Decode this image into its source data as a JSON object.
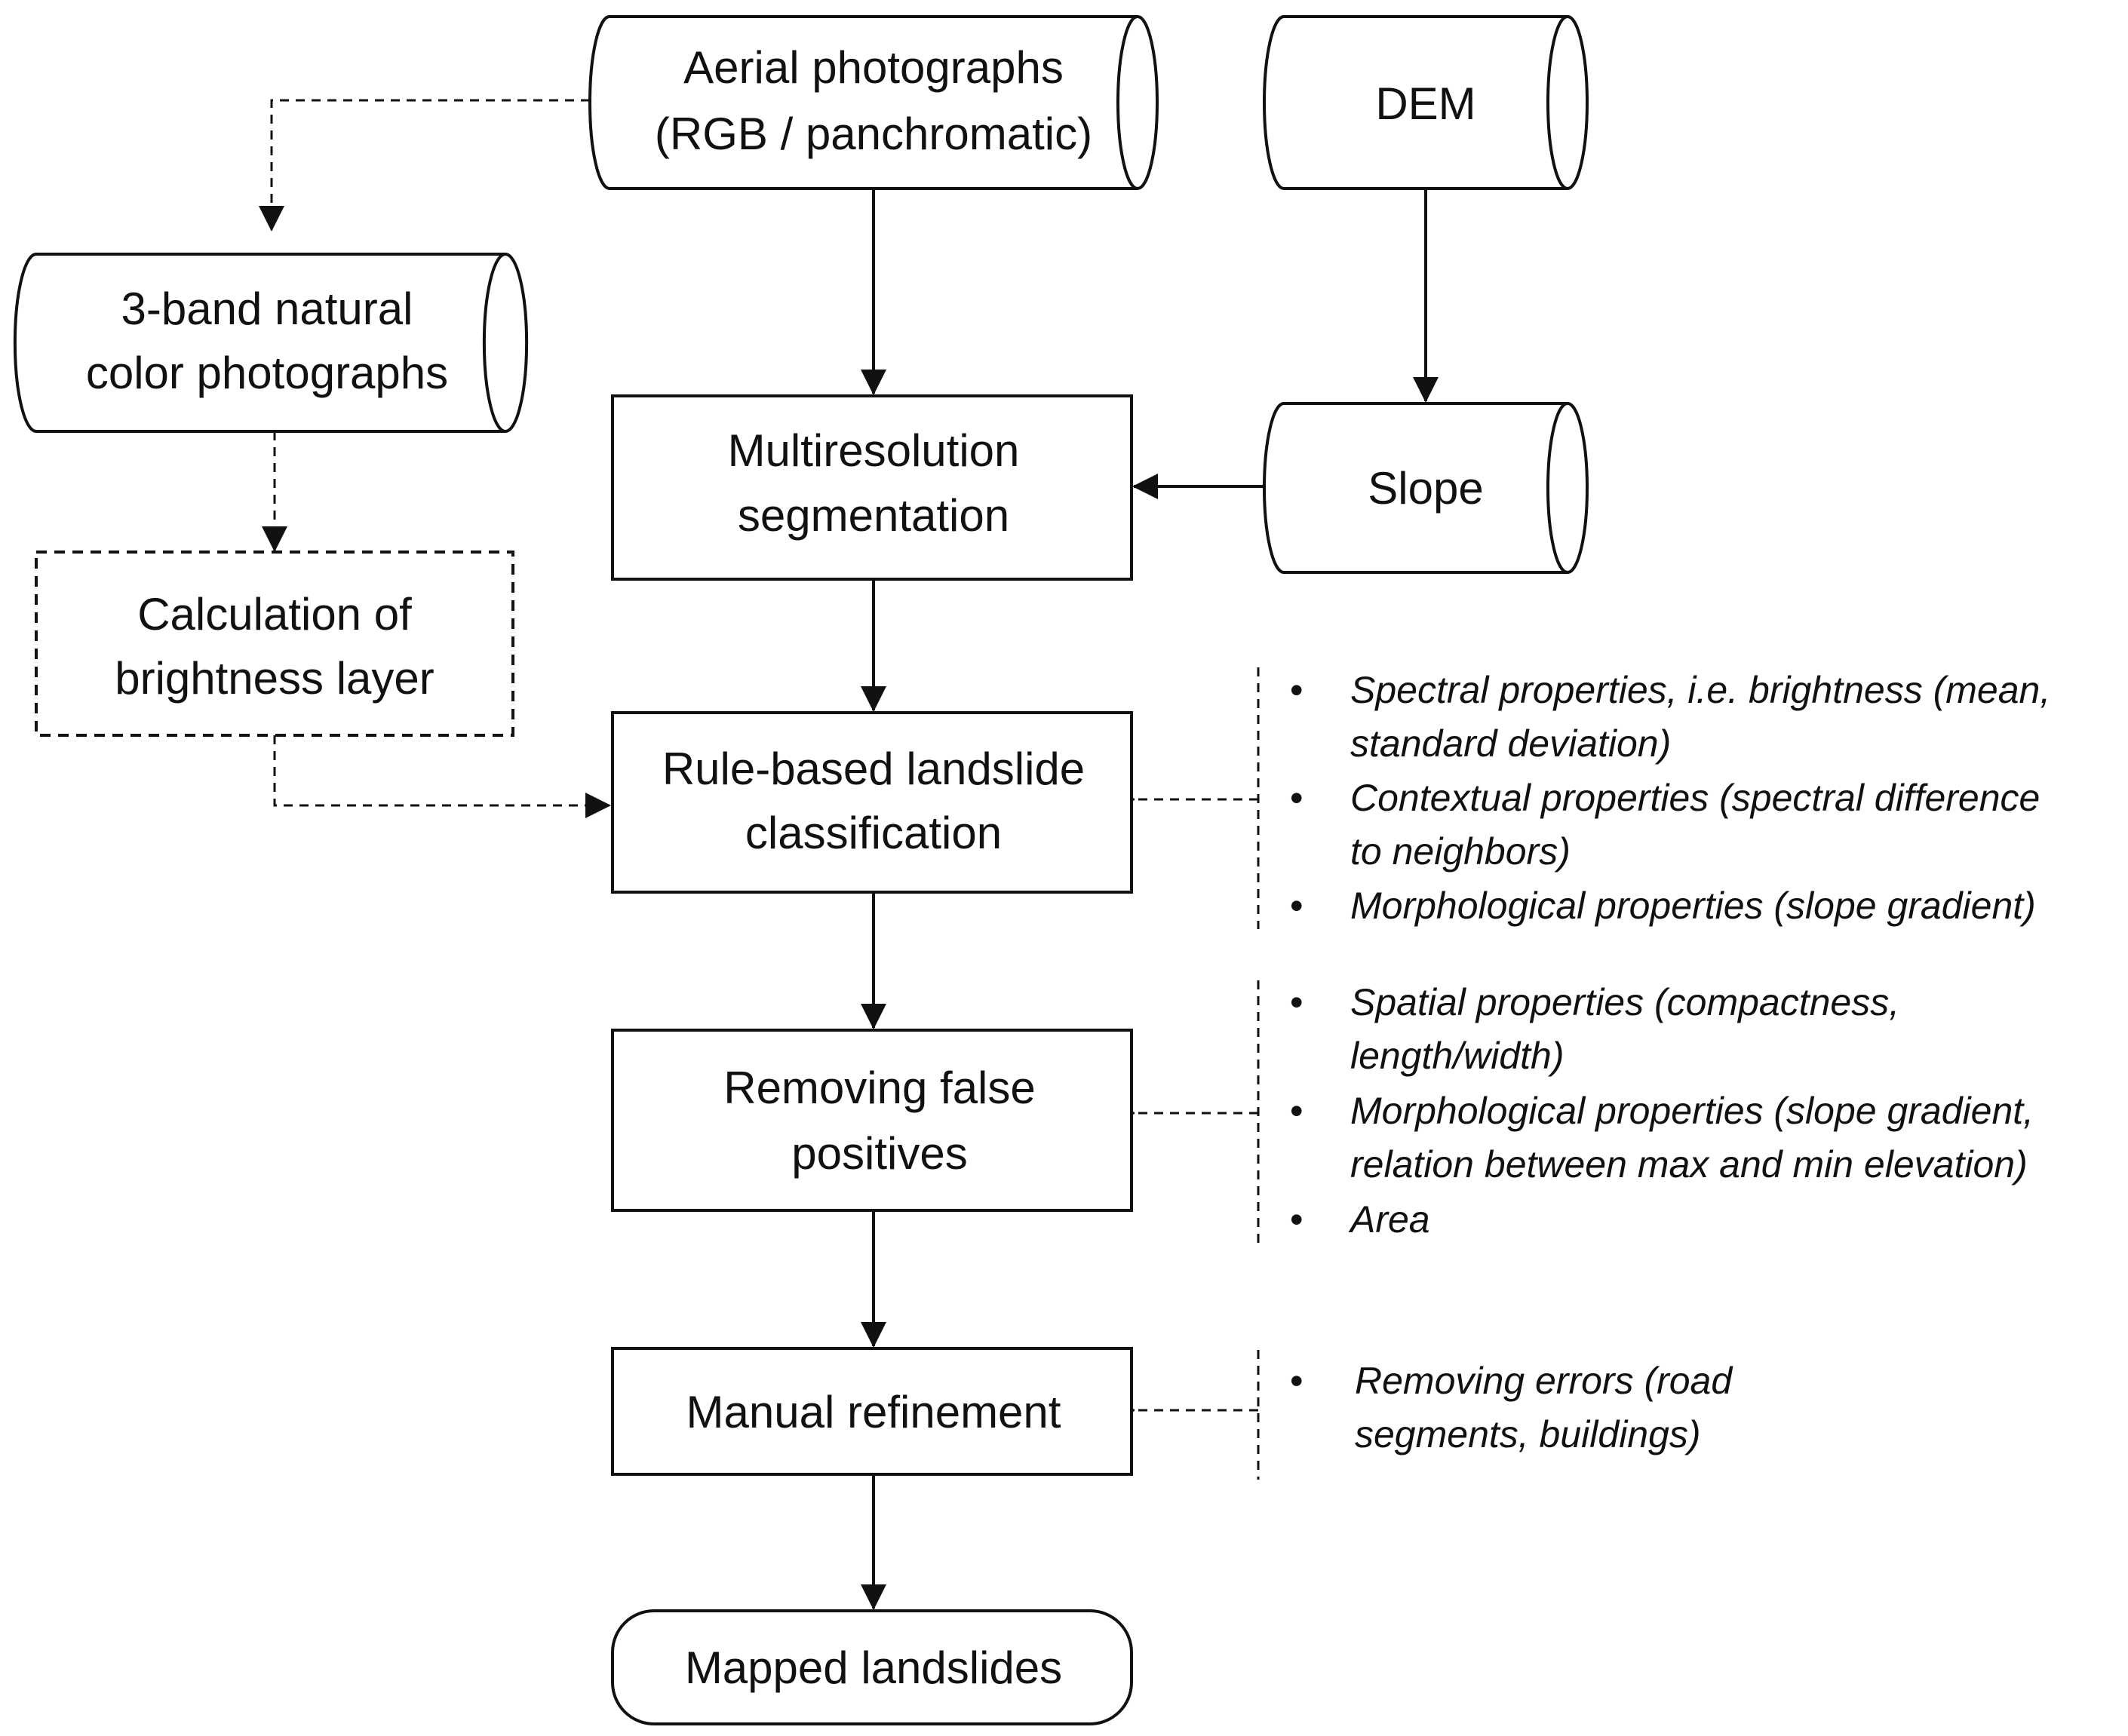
{
  "nodes": {
    "aerial": {
      "lines": [
        "Aerial photographs",
        "(RGB / panchromatic)"
      ]
    },
    "dem": {
      "lines": [
        "DEM"
      ]
    },
    "natural_color": {
      "lines": [
        "3-band natural",
        "color photographs"
      ]
    },
    "multiresolution": {
      "lines": [
        "Multiresolution",
        "segmentation"
      ]
    },
    "slope": {
      "lines": [
        "Slope"
      ]
    },
    "brightness": {
      "lines": [
        "Calculation of",
        "brightness layer"
      ]
    },
    "rule_based": {
      "lines": [
        "Rule-based landslide",
        "classification"
      ]
    },
    "false_positives": {
      "lines": [
        "Removing false",
        "positives"
      ]
    },
    "manual": {
      "lines": [
        "Manual refinement"
      ]
    },
    "mapped": {
      "lines": [
        "Mapped landslides"
      ]
    }
  },
  "notes": {
    "classification": [
      [
        "Spectral properties, i.e. brightness (mean,",
        "standard deviation)"
      ],
      [
        "Contextual properties (spectral difference",
        "to neighbors)"
      ],
      [
        "Morphological properties (slope gradient)"
      ]
    ],
    "false_positives": [
      [
        "Spatial properties (compactness,",
        "length/width)"
      ],
      [
        "Morphological properties (slope gradient,",
        "relation between max and min elevation)"
      ],
      [
        "Area"
      ]
    ],
    "manual": [
      [
        "Removing errors (road",
        "segments, buildings)"
      ]
    ]
  },
  "bullet_symbol": "•",
  "colors": {
    "stroke": "#111111",
    "background": "#ffffff"
  }
}
